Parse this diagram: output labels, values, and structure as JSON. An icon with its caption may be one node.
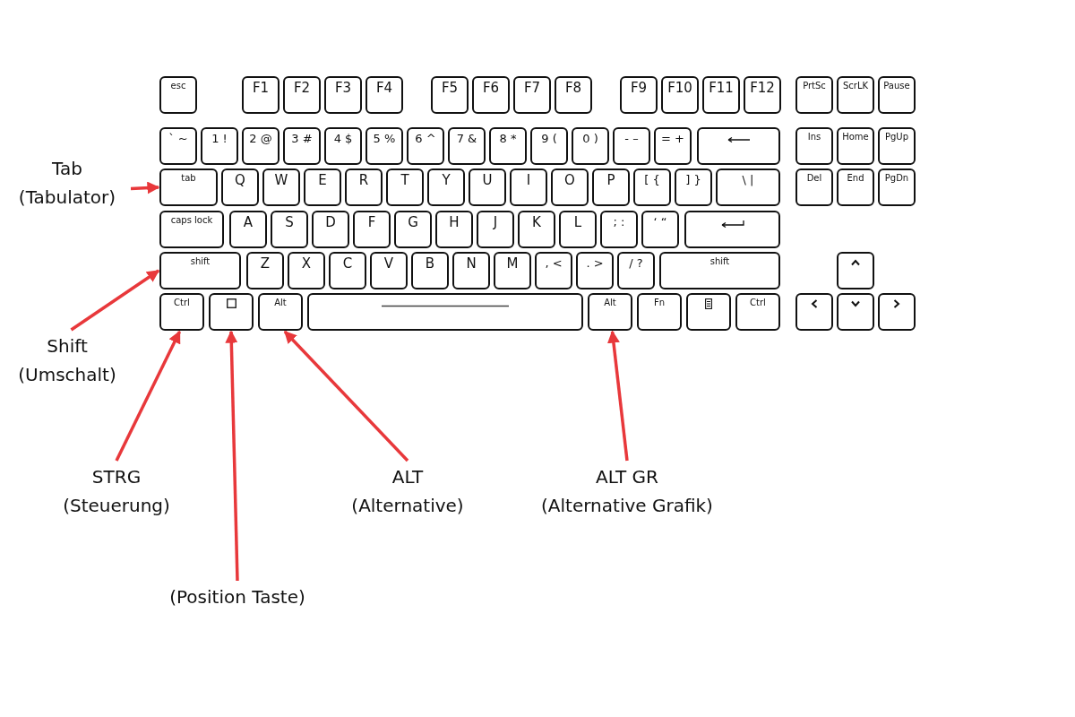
{
  "diagram": {
    "nodes": [
      {
        "text": [
          "esc"
        ]
      },
      {
        "text": [
          "F1"
        ]
      },
      {
        "text": [
          "F2"
        ]
      },
      {
        "text": [
          "F3"
        ]
      },
      {
        "text": [
          "F4"
        ]
      },
      {
        "text": [
          "F5"
        ]
      },
      {
        "text": [
          "F6"
        ]
      },
      {
        "text": [
          "F7"
        ]
      },
      {
        "text": [
          "F8"
        ]
      },
      {
        "text": [
          "F9"
        ]
      },
      {
        "text": [
          "F10"
        ]
      },
      {
        "text": [
          "F11"
        ]
      },
      {
        "text": [
          "F12"
        ]
      },
      {
        "text": [
          "PrtSc"
        ]
      },
      {
        "text": [
          "ScrLK"
        ]
      },
      {
        "text": [
          "Pause"
        ]
      },
      {
        "text": [
          "` ~"
        ]
      },
      {
        "text": [
          "1 !"
        ]
      },
      {
        "text": [
          "2 @"
        ]
      },
      {
        "text": [
          "3 #"
        ]
      },
      {
        "text": [
          "4 $"
        ]
      },
      {
        "text": [
          "5 %"
        ]
      },
      {
        "text": [
          "6 ^"
        ]
      },
      {
        "text": [
          "7 &"
        ]
      },
      {
        "text": [
          "8 *"
        ]
      },
      {
        "text": [
          "9 ("
        ]
      },
      {
        "text": [
          "0 )"
        ]
      },
      {
        "text": [
          "- –"
        ]
      },
      {
        "text": [
          "= +"
        ]
      },
      {
        "text": [],
        "shape": "box"
      },
      {
        "text": [
          "Ins"
        ]
      },
      {
        "text": [
          "Home"
        ]
      },
      {
        "text": [
          "PgUp"
        ]
      },
      {
        "text": [
          "tab"
        ]
      },
      {
        "text": [
          "Q"
        ]
      },
      {
        "text": [
          "W"
        ]
      },
      {
        "text": [
          "E"
        ]
      },
      {
        "text": [
          "R"
        ]
      },
      {
        "text": [
          "T"
        ]
      },
      {
        "text": [
          "Y"
        ]
      },
      {
        "text": [
          "U"
        ]
      },
      {
        "text": [
          "I"
        ]
      },
      {
        "text": [
          "O"
        ]
      },
      {
        "text": [
          "P"
        ]
      },
      {
        "text": [
          "[ {"
        ]
      },
      {
        "text": [
          "] }"
        ]
      },
      {
        "text": [
          "\\ |"
        ]
      },
      {
        "text": [
          "Del"
        ]
      },
      {
        "text": [
          "End"
        ]
      },
      {
        "text": [
          "PgDn"
        ]
      },
      {
        "text": [
          "caps lock"
        ]
      },
      {
        "text": [
          "A"
        ]
      },
      {
        "text": [
          "S"
        ]
      },
      {
        "text": [
          "D"
        ]
      },
      {
        "text": [
          "F"
        ]
      },
      {
        "text": [
          "G"
        ]
      },
      {
        "text": [
          "H"
        ]
      },
      {
        "text": [
          "J"
        ]
      },
      {
        "text": [
          "K"
        ]
      },
      {
        "text": [
          "L"
        ]
      },
      {
        "text": [
          "; :"
        ]
      },
      {
        "text": [
          "‘ “"
        ]
      },
      {
        "text": [],
        "shape": "box"
      },
      {
        "text": [
          "shift"
        ]
      },
      {
        "text": [
          "Z"
        ]
      },
      {
        "text": [
          "X"
        ]
      },
      {
        "text": [
          "C"
        ]
      },
      {
        "text": [
          "V"
        ]
      },
      {
        "text": [
          "B"
        ]
      },
      {
        "text": [
          "N"
        ]
      },
      {
        "text": [
          "M"
        ]
      },
      {
        "text": [
          ", <"
        ]
      },
      {
        "text": [
          ". >"
        ]
      },
      {
        "text": [
          "/ ?"
        ]
      },
      {
        "text": [
          "shift"
        ]
      },
      {
        "text": [],
        "shape": "box"
      },
      {
        "text": [
          "Ctrl"
        ]
      },
      {
        "text": [],
        "shape": "box"
      },
      {
        "text": [
          "Alt"
        ]
      },
      {
        "text": [],
        "shape": "box"
      },
      {
        "text": [
          "Alt"
        ]
      },
      {
        "text": [
          "Fn"
        ]
      },
      {
        "text": [],
        "shape": "box"
      },
      {
        "text": [
          "Ctrl"
        ]
      },
      {
        "text": [],
        "shape": "box"
      },
      {
        "text": [],
        "shape": "box"
      },
      {
        "text": [],
        "shape": "box"
      },
      {
        "text": [
          "Tab",
          "(Tabulator)"
        ]
      },
      {
        "text": [
          "Shift",
          "(Umschalt)"
        ]
      },
      {
        "text": [
          "STRG",
          "(Steuerung)"
        ]
      },
      {
        "text": [
          "ALT",
          "(Alternative)"
        ]
      },
      {
        "text": [
          "ALT GR",
          "(Alternative Grafik)"
        ]
      },
      {
        "text": [
          "(Position Taste)"
        ]
      }
    ],
    "edges": [
      {
        "from": 87,
        "to": 33,
        "arrow": "to"
      },
      {
        "from": 88,
        "to": 63,
        "arrow": "to"
      },
      {
        "from": 89,
        "to": 76,
        "arrow": "to"
      },
      {
        "from": 92,
        "to": 77,
        "arrow": "to"
      },
      {
        "from": 90,
        "to": 78,
        "arrow": "to"
      },
      {
        "from": 91,
        "to": 80,
        "arrow": "to"
      }
    ]
  }
}
